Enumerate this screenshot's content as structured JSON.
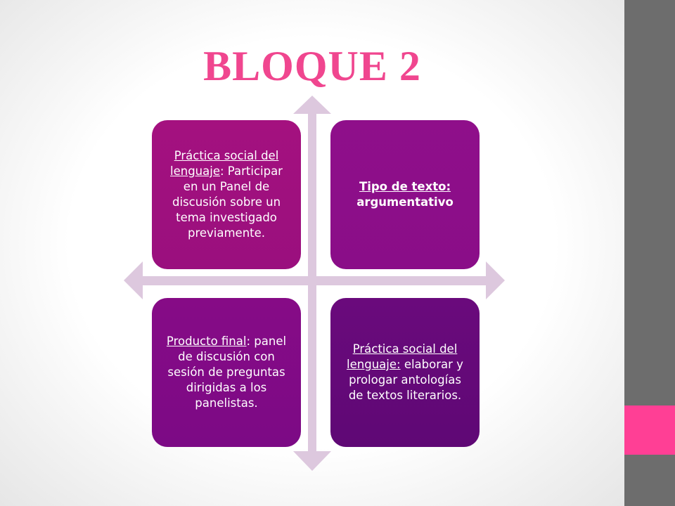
{
  "slide": {
    "title": "BLOQUE 2",
    "colors": {
      "title": "#f0468f",
      "side_bar": "#6d6d6d",
      "side_accent": "#ff3f95",
      "axes": "#ddc8de"
    }
  },
  "quadrants": {
    "top_left": {
      "heading": "Práctica social del lenguaje",
      "text": ": Participar en un Panel de discusión sobre un tema investigado previamente."
    },
    "top_right": {
      "heading": "Tipo de texto:",
      "text": "argumentativo"
    },
    "bottom_left": {
      "heading": "Producto final",
      "text": ": panel de discusión con sesión de preguntas dirigidas a los panelistas."
    },
    "bottom_right": {
      "heading": "Práctica social del lenguaje:",
      "text": " elaborar y prologar antologías de textos literarios."
    }
  }
}
